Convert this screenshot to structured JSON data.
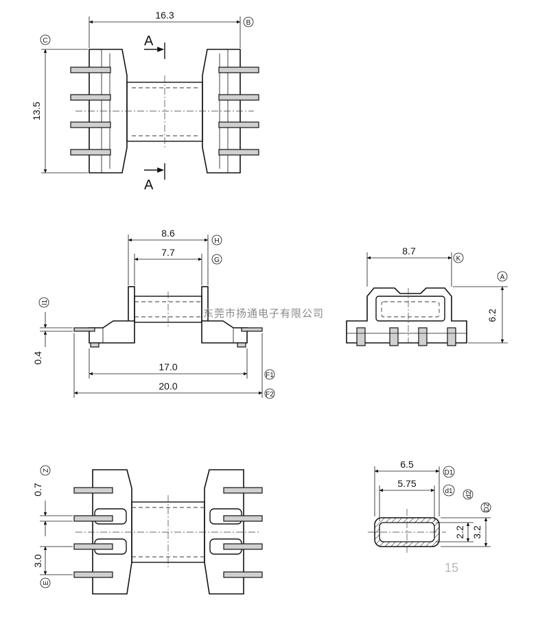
{
  "top_view": {
    "width_dim": "16.3",
    "width_tag": "B",
    "height_dim": "13.5",
    "height_tag": "C",
    "section_label": "A"
  },
  "front_view": {
    "outer_flange_dim": "8.6",
    "outer_flange_tag": "H",
    "inner_flange_dim": "7.7",
    "inner_flange_tag": "G",
    "pin_thickness_dim": "0.4",
    "pin_thickness_tag": "I1",
    "base_span_dim": "17.0",
    "base_span_tag": "F1",
    "total_length_dim": "20.0",
    "total_length_tag": "F2"
  },
  "end_view": {
    "width_dim": "8.7",
    "width_tag": "K",
    "height_dim": "6.2",
    "height_tag": "A"
  },
  "bottom_view": {
    "pin_width_dim": "0.7",
    "pin_width_tag": "Z",
    "pin_pitch_dim": "3.0",
    "pin_pitch_tag": "E"
  },
  "core_section": {
    "outer_width_dim": "6.5",
    "outer_width_tag": "D1",
    "inner_width_dim": "5.75",
    "inner_width_tag": "d1",
    "inner_height_dim": "2.2",
    "inner_height_tag": "d2",
    "outer_height_dim": "3.2",
    "outer_height_tag": "D2"
  },
  "watermark": "东莞市扬通电子有限公司",
  "page_number": "15"
}
